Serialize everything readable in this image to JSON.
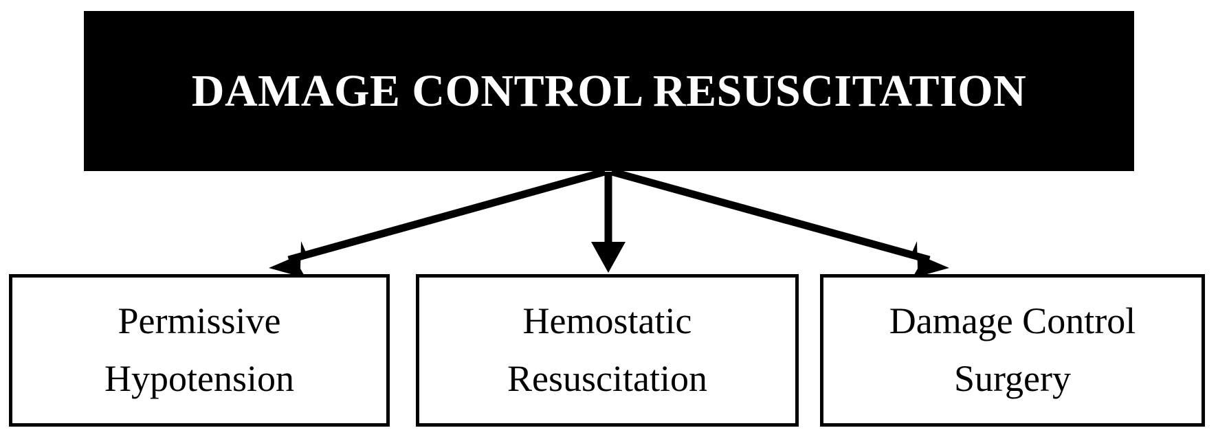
{
  "diagram": {
    "type": "flowchart",
    "orientation": "top-down",
    "background_color": "#ffffff",
    "header": {
      "title": "DAMAGE CONTROL RESUSCITATION",
      "fill_color": "#000000",
      "text_color": "#ffffff"
    },
    "connectors": [
      {
        "name": "arrow-to-permissive-hypotension",
        "direction": "down-left",
        "from": "header",
        "to": "permissive-hypotension"
      },
      {
        "name": "arrow-to-hemostatic-resuscitation",
        "direction": "down",
        "from": "header",
        "to": "hemostatic-resuscitation"
      },
      {
        "name": "arrow-to-damage-control-surgery",
        "direction": "down-right",
        "from": "header",
        "to": "damage-control-surgery"
      }
    ],
    "nodes": [
      {
        "id": "permissive-hypotension",
        "line1": "Permissive",
        "line2": "Hypotension",
        "fill_color": "#ffffff",
        "border_color": "#000000",
        "text_color": "#000000"
      },
      {
        "id": "hemostatic-resuscitation",
        "line1": "Hemostatic",
        "line2": "Resuscitation",
        "fill_color": "#ffffff",
        "border_color": "#000000",
        "text_color": "#000000"
      },
      {
        "id": "damage-control-surgery",
        "line1": "Damage Control",
        "line2": "Surgery",
        "fill_color": "#ffffff",
        "border_color": "#000000",
        "text_color": "#000000"
      }
    ]
  }
}
